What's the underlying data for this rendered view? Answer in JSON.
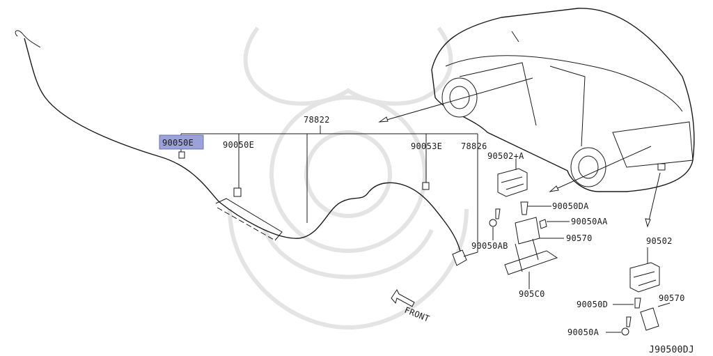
{
  "diagram": {
    "code": "J90500DJ",
    "direction_label": "FRONT",
    "parts": {
      "p78822": "78822",
      "p90050E_selected": "90050E",
      "p90050E": "90050E",
      "p90053E": "90053E",
      "p78826": "78826",
      "p90502A": "90502+A",
      "p90050DA": "90050DA",
      "p90050AA": "90050AA",
      "p90050AB": "90050AB",
      "p90570a": "90570",
      "p905C0": "905C0",
      "p90502": "90502",
      "p90050D": "90050D",
      "p90570b": "90570",
      "p90050A": "90050A"
    },
    "colors": {
      "highlight_fill": "#9ba2d8",
      "highlight_stroke": "#6b73c0",
      "ink": "#1a1a1a",
      "watermark": "#e4e4e4"
    }
  }
}
